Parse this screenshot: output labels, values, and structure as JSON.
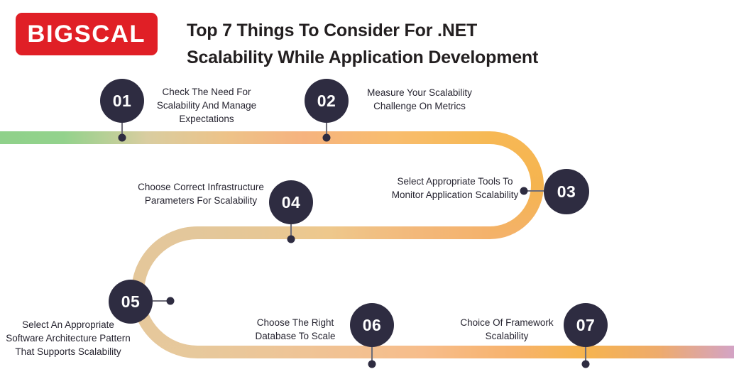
{
  "header": {
    "logo_text": "BIGSCAL",
    "logo_color": "#e01f26",
    "title_line_1": "Top 7 Things To Consider For .NET",
    "title_line_2": "Scalability While Application Development"
  },
  "theme": {
    "node_color": "#2e2c41",
    "text_color": "#262430",
    "ribbon_stops": [
      "#8fd18a",
      "#e3cf9c",
      "#e8b978",
      "#f4b97c",
      "#f9c25e",
      "#f0a968",
      "#f6b85b",
      "#f5a94f",
      "#d6a5c4"
    ],
    "background": "#ffffff"
  },
  "steps": [
    {
      "number": "01",
      "label": "Check The Need For Scalability And Manage Expectations"
    },
    {
      "number": "02",
      "label": "Measure Your Scalability Challenge On Metrics"
    },
    {
      "number": "03",
      "label": "Select Appropriate Tools To Monitor Application Scalability"
    },
    {
      "number": "04",
      "label": "Choose Correct Infrastructure Parameters For Scalability"
    },
    {
      "number": "05",
      "label": "Select An Appropriate Software Architecture Pattern That Supports Scalability"
    },
    {
      "number": "06",
      "label": "Choose The Right Database To Scale"
    },
    {
      "number": "07",
      "label": "Choice Of Framework Scalability"
    }
  ]
}
